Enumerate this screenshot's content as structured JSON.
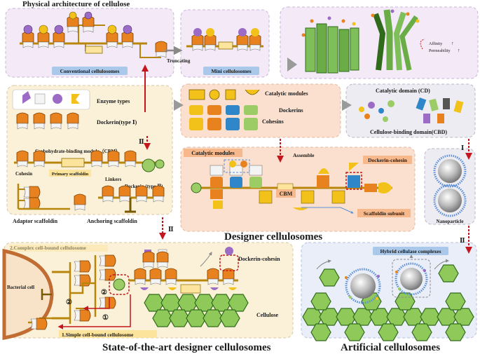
{
  "labels": {
    "physical_title": "Physical architecture of cellulose",
    "conventional": "Conventional cellulosomes",
    "truncating": "Truncating",
    "mini": "Mini cellulosomes",
    "affinity": "Affinity",
    "permeability": "Permeability",
    "enzyme_types": "Enzyme types",
    "dockerin_type1": "Dockerin(type Ⅰ)",
    "numeral_II": "Ⅱ",
    "numeral_I": "Ⅰ",
    "cbm": "Carbohydrate-binding module（CBM）",
    "cohesin": "Cohesin",
    "primary_scaffoldin": "Primary scaffoldin",
    "linkers": "Linkers",
    "dockerin_type2": "Dockerin (type Ⅱ)",
    "adaptor_scaffoldin": "Adaptor scaffoldin",
    "anchoring_scaffoldin": "Anchoring scaffoldin",
    "catalytic_modules": "Catalytic modules",
    "dockerins": "Dockerins",
    "cohesins": "Cohesins",
    "catalytic_domain": "Catalytic domain (CD)",
    "cellulose_binding_domain": "Cellulose-binding domain(CBD)",
    "assemble": "Assemble",
    "catalytic_modules_2": "Catalytic modules",
    "dockerin_cohesin": "Dockerin-cohesin",
    "cbm_short": "CBM",
    "scaffoldin_subunit": "Scaffoldin subunit",
    "nanoparticle": "Nanoparticle",
    "designer_cellulosomes": "Designer cellulosomes",
    "complex_bound": "2.Complex cell-bound cellulosome",
    "bacterial_cell": "Bacterial cell",
    "dockerin_cohesin_2": "Dockerin-cohesin",
    "cellulose": "Cellulose",
    "simple_bound": "1.Simple cell-bound cellulosome",
    "num_1": "①",
    "num_2": "②",
    "hybrid_complexes": "Hybrid cellulase complexes",
    "state_of_art": "State-of-the-art designer cellulosomes",
    "artificial": "Artificial cellulosomes"
  },
  "colors": {
    "scaffold": "#b8860b",
    "cohesin": "#e8821e",
    "dockerin": "#f4f4f4",
    "purple_enzyme": "#9b6bc6",
    "yellow_enzyme": "#f2c21a",
    "blue_enzyme": "#2f86c8",
    "green_enzyme": "#9ccc65",
    "panel_purple": "#f3e9f7",
    "panel_yellow": "#fbf1d8",
    "panel_peach": "#fbe0cf",
    "panel_grey": "#ececf2",
    "panel_blue": "#e9eef8",
    "arrow_red": "#c4161c",
    "label_blue_box": "#a9c8ea",
    "label_orange_box": "#f7b98c",
    "label_yellow_box": "#fde49c"
  }
}
